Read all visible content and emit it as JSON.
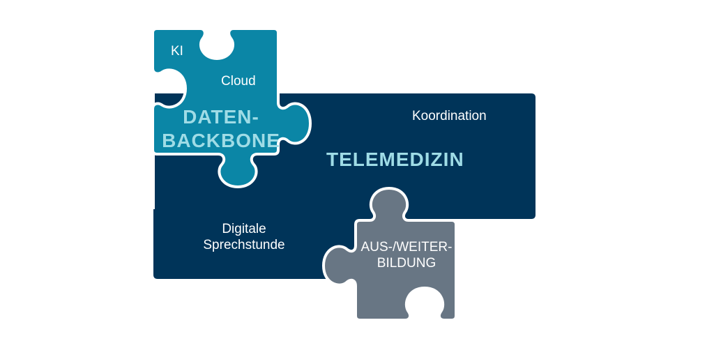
{
  "colors": {
    "telemedizin_piece": "#003459",
    "daten_piece": "#0b86a6",
    "bildung_piece": "#687684",
    "piece_outline": "#ffffff",
    "heading_text": "#9fdce6",
    "label_text": "#ffffff"
  },
  "daten_backbone": {
    "title_line1": "DATEN-",
    "title_line2": "BACKBONE",
    "items": [
      "KI",
      "Cloud"
    ]
  },
  "telemedizin": {
    "title": "TELEMEDIZIN",
    "items": [
      "Koordination"
    ],
    "item_digital_line1": "Digitale",
    "item_digital_line2": "Sprechstunde"
  },
  "aus_weiterbildung": {
    "title_line1": "AUS-/WEITER-",
    "title_line2": "BILDUNG"
  }
}
